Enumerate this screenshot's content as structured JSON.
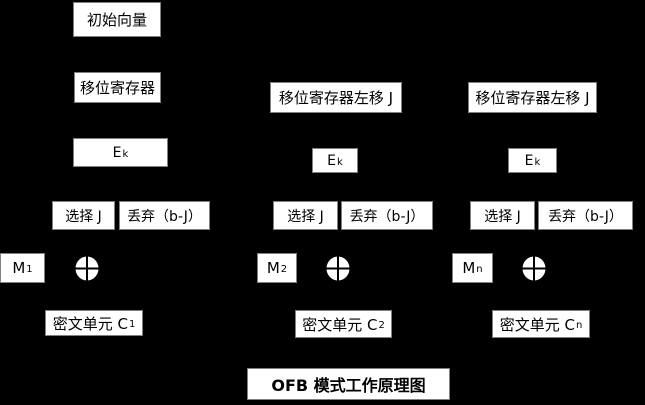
{
  "diagram": {
    "title": "OFB 模式工作原理图",
    "colors": {
      "background": "#000000",
      "box_fill": "#ffffff",
      "box_border": "#808080",
      "text": "#000000"
    },
    "columns": [
      {
        "iv_label": "初始向量",
        "register_label": "移位寄存器",
        "encrypt": {
          "base": "E",
          "sub": "k"
        },
        "select_label": "选择 J",
        "discard_label": "丢弃（b-J）",
        "message": {
          "base": "M",
          "sub": "1"
        },
        "xor_icon": "xor-circle-plus",
        "cipher_unit": {
          "base": "密文单元 C",
          "sub": "1"
        }
      },
      {
        "register_label": "移位寄存器左移 J",
        "encrypt": {
          "base": "E",
          "sub": "k"
        },
        "select_label": "选择 J",
        "discard_label": "丢弃（b-J）",
        "message": {
          "base": "M",
          "sub": "2"
        },
        "xor_icon": "xor-circle-plus",
        "cipher_unit": {
          "base": "密文单元 C",
          "sub": "2"
        }
      },
      {
        "register_label": "移位寄存器左移 J",
        "encrypt": {
          "base": "E",
          "sub": "k"
        },
        "select_label": "选择 J",
        "discard_label": "丢弃（b-J）",
        "message": {
          "base": "M",
          "sub": "n"
        },
        "xor_icon": "xor-circle-plus",
        "cipher_unit": {
          "base": "密文单元 C",
          "sub": "n"
        }
      }
    ]
  }
}
